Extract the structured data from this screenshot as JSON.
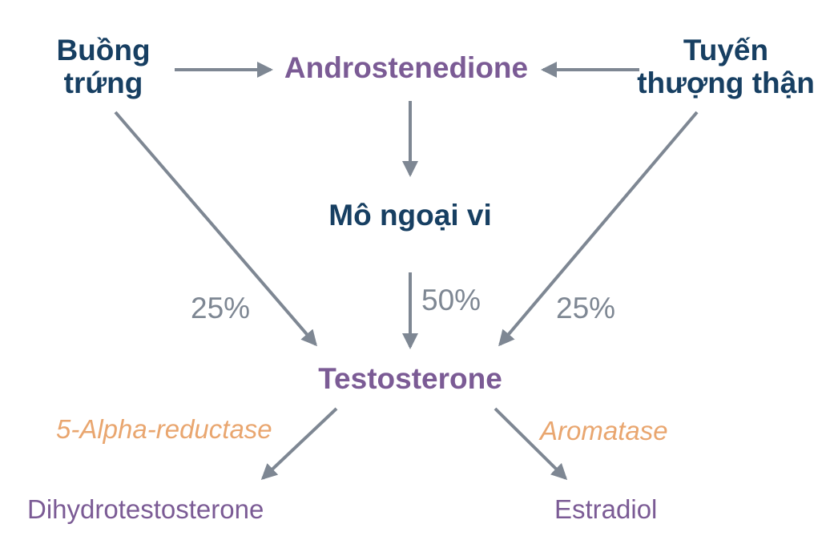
{
  "nodes": {
    "ovary": {
      "line1": "Buồng",
      "line2": "trứng"
    },
    "adrenal": {
      "line1": "Tuyến",
      "line2": "thượng thận"
    },
    "androstenedione": "Androstenedione",
    "peripheral": "Mô ngoại vi",
    "testosterone": "Testosterone",
    "dht": "Dihydrotestosterone",
    "estradiol": "Estradiol"
  },
  "percentages": {
    "ovary": "25%",
    "peripheral": "50%",
    "adrenal": "25%"
  },
  "enzymes": {
    "to_dht": "5-Alpha-reductase",
    "to_estradiol": "Aromatase"
  },
  "colors": {
    "navy": "#173f62",
    "purple": "#7b5b95",
    "arrow": "#7e8793",
    "percent": "#7e8793",
    "enzyme": "#e9a66f"
  }
}
